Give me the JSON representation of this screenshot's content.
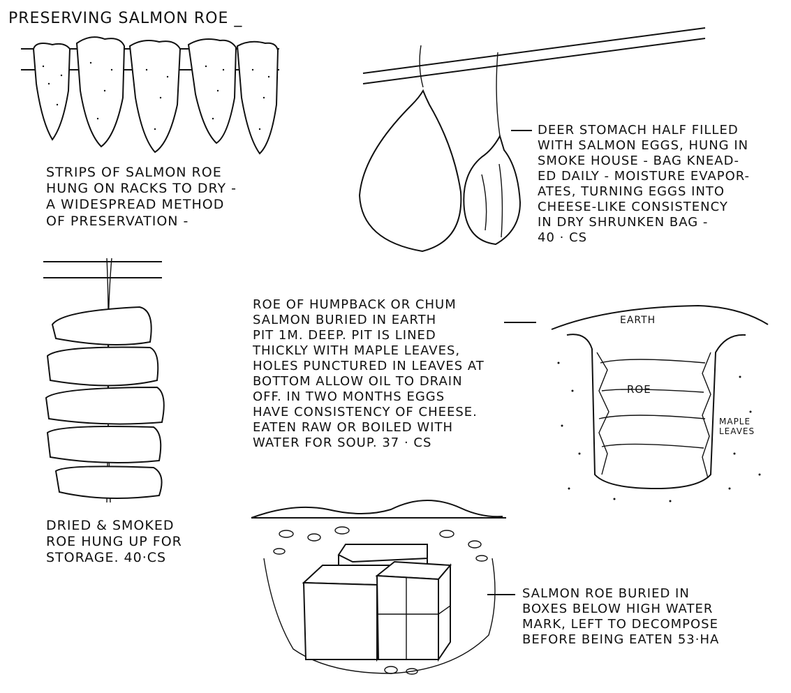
{
  "title": "PRESERVING SALMON ROE _",
  "captions": {
    "strips": [
      "STRIPS OF SALMON ROE",
      "HUNG ON RACKS TO DRY -",
      "A WIDESPREAD METHOD",
      "OF PRESERVATION -"
    ],
    "deer_stomach": [
      "DEER STOMACH HALF FILLED",
      "WITH SALMON EGGS, HUNG IN",
      "SMOKE HOUSE - BAG KNEAD-",
      "ED DAILY - MOISTURE EVAPOR-",
      "ATES, TURNING EGGS INTO",
      "CHEESE-LIKE CONSISTENCY",
      "IN DRY SHRUNKEN BAG -",
      "40 · CS"
    ],
    "dried_smoked": [
      "DRIED & SMOKED",
      "ROE HUNG UP FOR",
      "STORAGE.  40·CS"
    ],
    "earth_pit": [
      "ROE OF HUMPBACK OR CHUM",
      "SALMON BURIED IN EARTH",
      "PIT 1m. DEEP.  PIT IS LINED",
      "THICKLY WITH MAPLE LEAVES,",
      "HOLES PUNCTURED IN LEAVES AT",
      "BOTTOM  ALLOW OIL TO DRAIN",
      "OFF.   IN TWO MONTHS EGGS",
      "HAVE CONSISTENCY OF CHEESE.",
      "EATEN RAW OR BOILED WITH",
      "WATER FOR SOUP.  37 · CS"
    ],
    "boxes": [
      "SALMON ROE BURIED IN",
      "BOXES  BELOW HIGH WATER",
      "MARK, LEFT TO DECOMPOSE",
      "BEFORE BEING EATEN 53·HA"
    ]
  },
  "labels": {
    "earth": "EARTH",
    "roe": "ROE",
    "maple_leaves": [
      "MAPLE",
      "LEAVES"
    ]
  }
}
